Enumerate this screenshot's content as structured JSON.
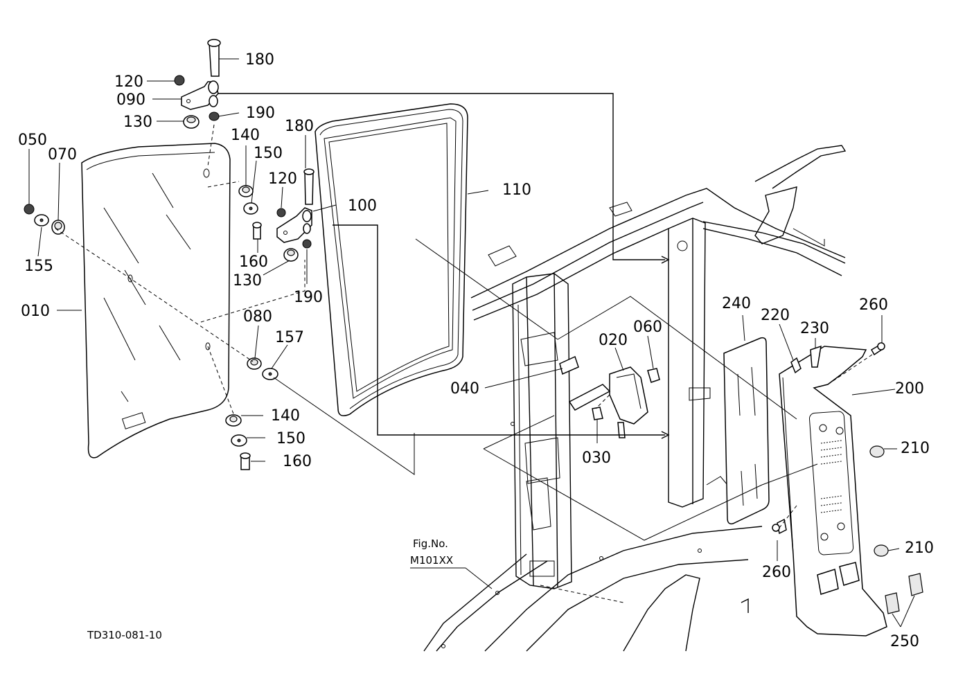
{
  "diagram": {
    "parts": [
      {
        "id": "p180a",
        "text": "180"
      },
      {
        "id": "p120a",
        "text": "120"
      },
      {
        "id": "p090",
        "text": "090"
      },
      {
        "id": "p190a",
        "text": "190"
      },
      {
        "id": "p130a",
        "text": "130"
      },
      {
        "id": "p180b",
        "text": "180"
      },
      {
        "id": "p050",
        "text": "050"
      },
      {
        "id": "p070",
        "text": "070"
      },
      {
        "id": "p140a",
        "text": "140"
      },
      {
        "id": "p150a",
        "text": "150"
      },
      {
        "id": "p120b",
        "text": "120"
      },
      {
        "id": "p110",
        "text": "110"
      },
      {
        "id": "p100",
        "text": "100"
      },
      {
        "id": "p155",
        "text": "155"
      },
      {
        "id": "p160a",
        "text": "160"
      },
      {
        "id": "p130b",
        "text": "130"
      },
      {
        "id": "p010",
        "text": "010"
      },
      {
        "id": "p190b",
        "text": "190"
      },
      {
        "id": "p240",
        "text": "240"
      },
      {
        "id": "p260a",
        "text": "260"
      },
      {
        "id": "p220",
        "text": "220"
      },
      {
        "id": "p230",
        "text": "230"
      },
      {
        "id": "p080",
        "text": "080"
      },
      {
        "id": "p157",
        "text": "157"
      },
      {
        "id": "p020",
        "text": "020"
      },
      {
        "id": "p060",
        "text": "060"
      },
      {
        "id": "p200",
        "text": "200"
      },
      {
        "id": "p040",
        "text": "040"
      },
      {
        "id": "p140b",
        "text": "140"
      },
      {
        "id": "p150b",
        "text": "150"
      },
      {
        "id": "p210a",
        "text": "210"
      },
      {
        "id": "p030",
        "text": "030"
      },
      {
        "id": "p160b",
        "text": "160"
      },
      {
        "id": "p210b",
        "text": "210"
      },
      {
        "id": "p260b",
        "text": "260"
      },
      {
        "id": "p250",
        "text": "250"
      }
    ],
    "fig_label_1": "Fig.No.",
    "fig_label_2": "M101XX",
    "drawing_code": "TD310-081-10"
  }
}
